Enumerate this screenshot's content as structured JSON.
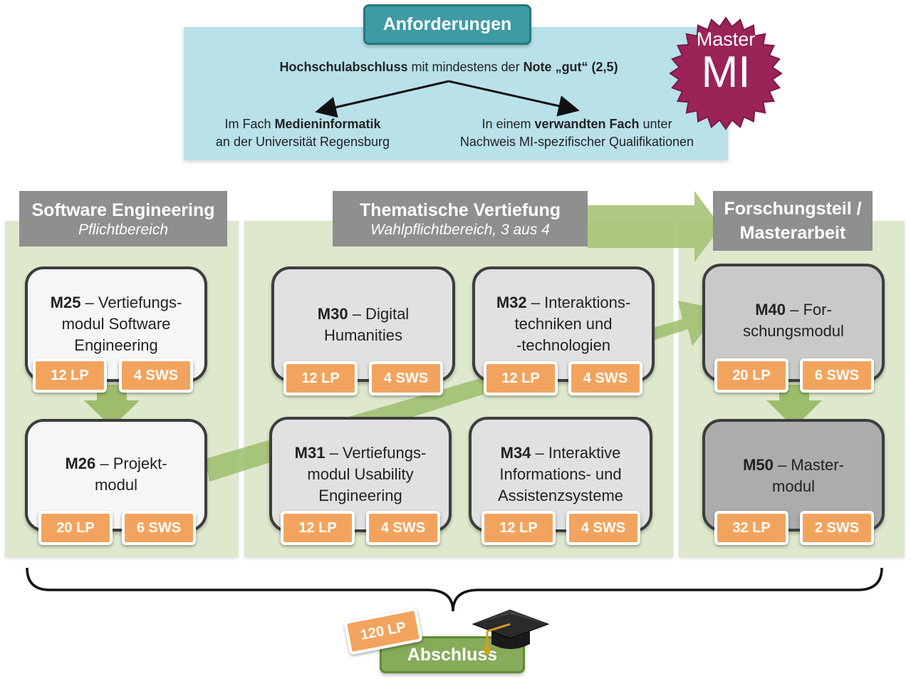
{
  "requirements": {
    "title": "Anforderungen",
    "main": {
      "bold1": "Hochschulabschluss",
      "text1": " mit  mindestens der ",
      "bold2": "Note „gut“ (2,5)"
    },
    "left": {
      "pre": "Im Fach ",
      "bold": "Medieninformatik",
      "line2": "an der Universität Regensburg"
    },
    "right": {
      "pre": "In einem ",
      "bold": "verwandten Fach",
      "post": " unter",
      "line2": "Nachweis MI-spezifischer Qualifikationen"
    }
  },
  "badge": {
    "line1": "Master",
    "line2": "MI",
    "color": "#9b2358"
  },
  "columns": {
    "software": {
      "title": "Software Engineering",
      "subtitle": "Pflichtbereich"
    },
    "thematic": {
      "title": "Thematische Vertiefung",
      "subtitle": "Wahlpflichtbereich, 3 aus 4"
    },
    "research": {
      "title_line1": "Forschungsteil /",
      "title_line2": "Masterarbeit"
    }
  },
  "modules": {
    "m25": {
      "code": "M25",
      "l1": " – Vertiefungs-",
      "l2": "modul Software",
      "l3": "Engineering",
      "lp": "12 LP",
      "sws": "4 SWS"
    },
    "m26": {
      "code": "M26",
      "l1": " – Projekt-",
      "l2": "modul",
      "lp": "20 LP",
      "sws": "6 SWS"
    },
    "m30": {
      "code": "M30",
      "l1": " – Digital",
      "l2": "Humanities",
      "lp": "12 LP",
      "sws": "4 SWS"
    },
    "m31": {
      "code": "M31",
      "l1": " – Vertiefungs-",
      "l2": "modul Usability",
      "l3": "Engineering",
      "lp": "12 LP",
      "sws": "4 SWS"
    },
    "m32": {
      "code": "M32",
      "l1": " – Interaktions-",
      "l2": "techniken und",
      "l3": "-technologien",
      "lp": "12 LP",
      "sws": "4 SWS"
    },
    "m34": {
      "code": "M34",
      "l1": " – Interaktive",
      "l2": "Informations- und",
      "l3": "Assistenzsysteme",
      "lp": "12 LP",
      "sws": "4 SWS"
    },
    "m40": {
      "code": "M40",
      "l1": " – For-",
      "l2": "schungsmodul",
      "lp": "20 LP",
      "sws": "6 SWS"
    },
    "m50": {
      "code": "M50",
      "l1": " – Master-",
      "l2": "modul",
      "lp": "32 LP",
      "sws": "2 SWS"
    }
  },
  "final": {
    "total": "120 LP",
    "label": "Abschluss"
  },
  "colors": {
    "arrow_green": "#9dbd6c",
    "pill_orange": "#f2a45e",
    "panel_green": "#dde8cd",
    "req_blue": "#b8e1ea",
    "header_gray": "#8f8f8f"
  }
}
